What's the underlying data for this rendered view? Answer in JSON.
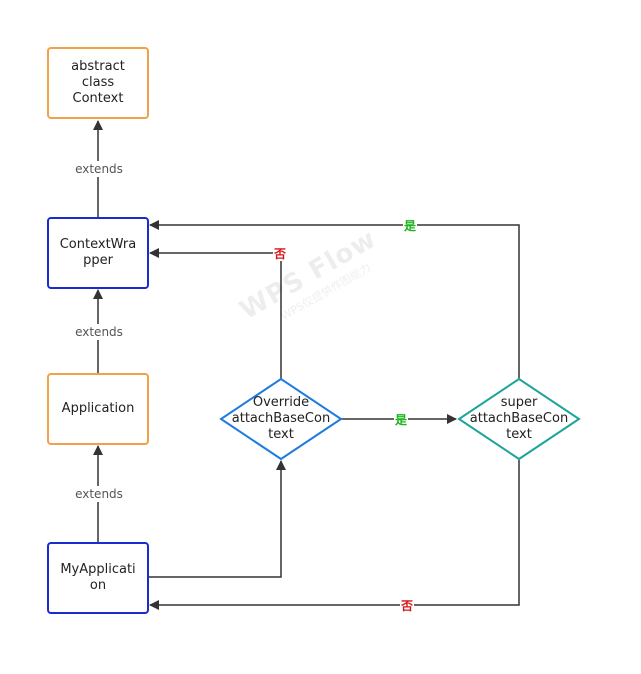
{
  "nodes": {
    "context": "abstract\nclass\nContext",
    "context_wrapper": "ContextWra\npper",
    "application": "Application",
    "my_application": "MyApplicati\non",
    "override_decision": "Override\nattachBaseCon\ntext",
    "super_decision": "super\nattachBaseCon\ntext"
  },
  "edges": {
    "extends_1": "extends",
    "extends_2": "extends",
    "extends_3": "extends",
    "override_no": "否",
    "override_yes": "是",
    "super_yes": "是",
    "super_no": "否"
  },
  "watermark": {
    "title": "WPS Flow",
    "subtitle": "WPS仅提供作图能力"
  },
  "colors": {
    "process_orange": "#f0a24a",
    "process_blue": "#1a2bd0",
    "decision_blue": "#1e7be0",
    "decision_teal": "#1aa59a",
    "yes_green": "#1db31d",
    "no_red": "#d81515",
    "line": "#333333"
  }
}
